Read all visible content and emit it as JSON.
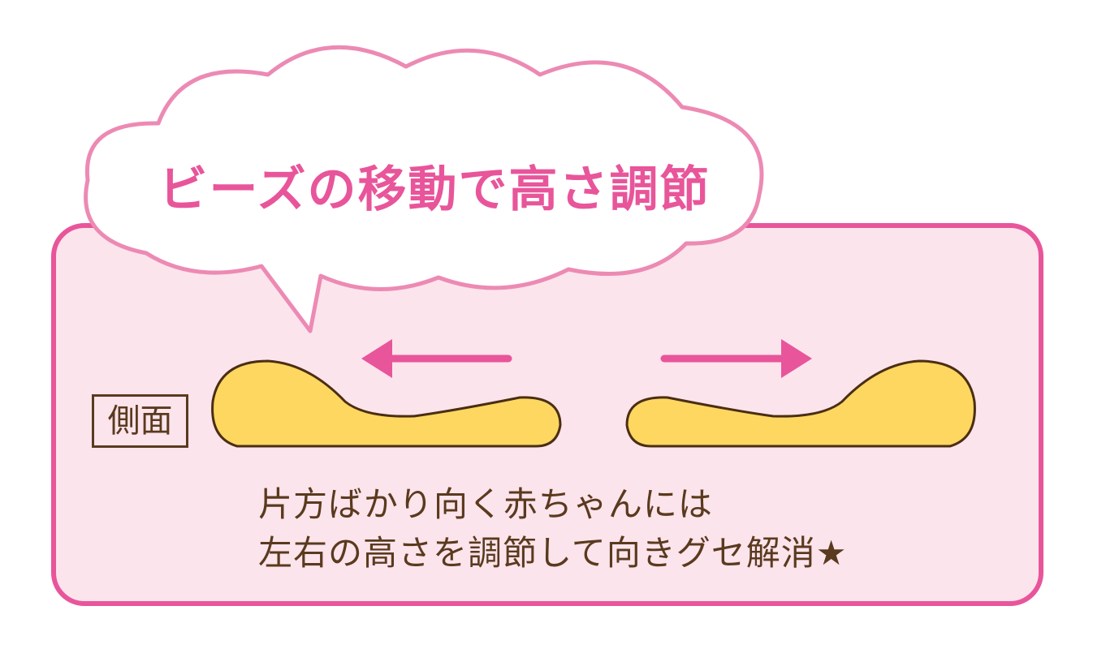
{
  "title": "ビーズの移動で高さ調節",
  "side_label": "側面",
  "description": {
    "line1": "片方ばかり向く赤ちゃんには",
    "line2": "左右の高さを調節して向きグセ解消★"
  },
  "colors": {
    "box_border": "#e8559a",
    "box_fill": "#fce4ec",
    "cloud_border": "#ec8ab4",
    "arrow": "#e8559a",
    "pillow_fill": "#fed760",
    "text_brown": "#5a3a1e"
  }
}
